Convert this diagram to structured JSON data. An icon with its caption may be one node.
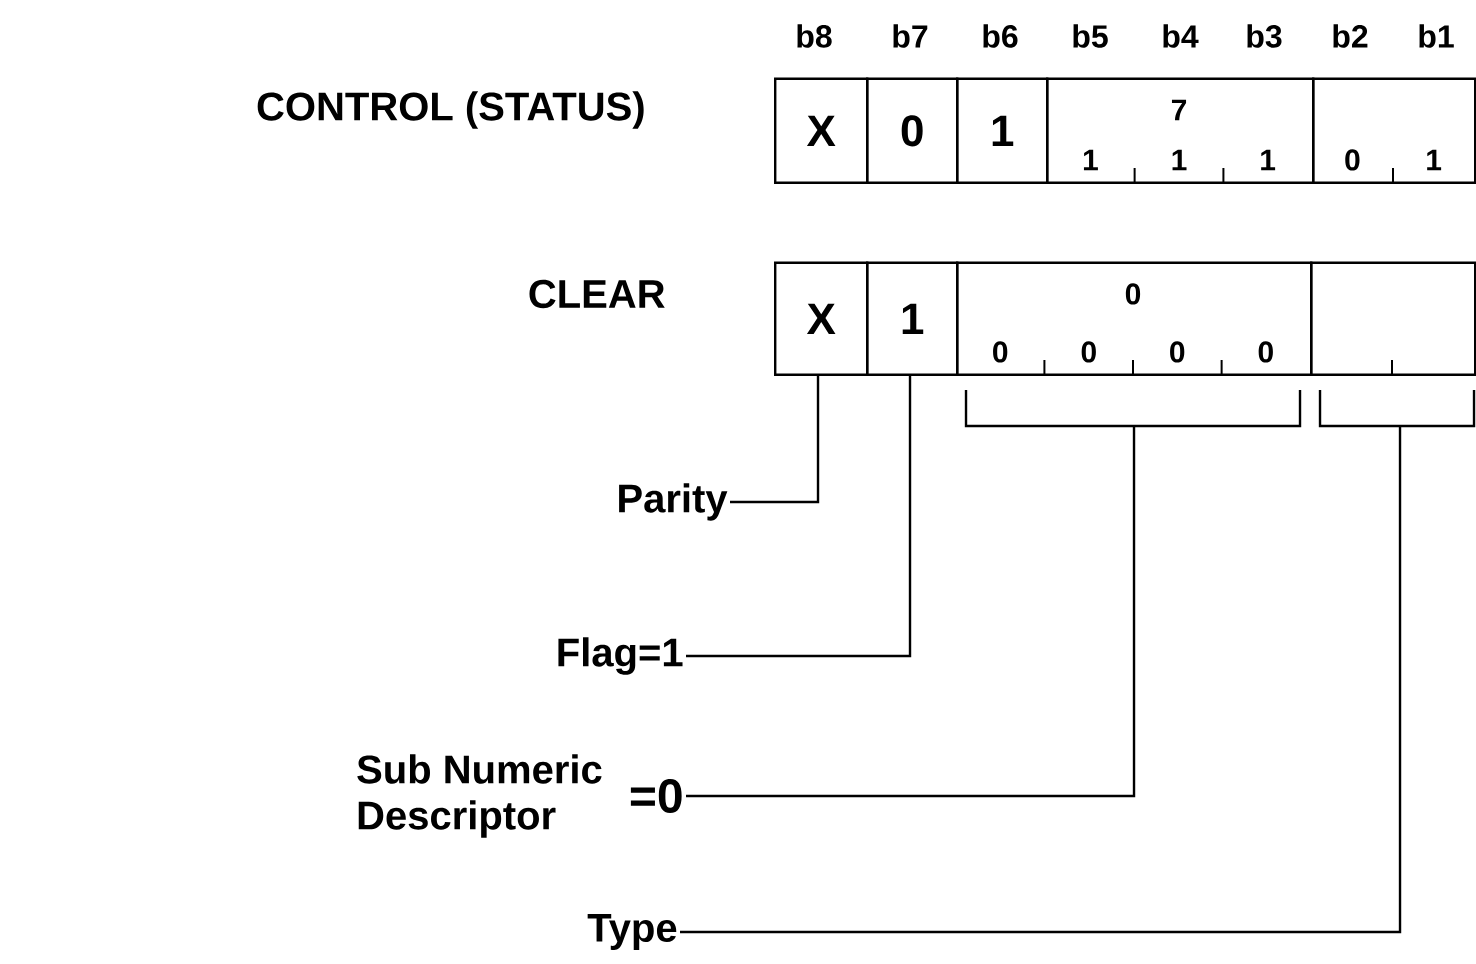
{
  "diagram": {
    "nodes": [
      {
        "text": [
          "X"
        ]
      },
      {
        "text": [
          "0"
        ]
      },
      {
        "text": [
          "1"
        ]
      },
      {
        "text": [
          "7",
          "1",
          "1",
          "1"
        ]
      },
      {
        "text": [
          "0",
          "1"
        ]
      },
      {
        "text": [
          "X"
        ]
      },
      {
        "text": [
          "1"
        ]
      },
      {
        "text": [
          "0",
          "0",
          "0",
          "0",
          "0"
        ]
      },
      {
        "text": [],
        "shape": "box"
      },
      {
        "text": [
          "Parity"
        ]
      },
      {
        "text": [
          "Flag=1"
        ]
      },
      {
        "text": [
          "Sub Numeric Descriptor",
          "=0"
        ]
      },
      {
        "text": [
          "Type"
        ]
      }
    ],
    "edges": [
      {
        "from": 9,
        "to": 5,
        "arrow": "none"
      },
      {
        "from": 10,
        "to": 6,
        "arrow": "none"
      },
      {
        "from": 11,
        "to": 7,
        "arrow": "none"
      },
      {
        "from": 12,
        "to": 8,
        "arrow": "none"
      }
    ],
    "labels": [
      "b8",
      "b7",
      "b6",
      "b5",
      "b4",
      "b3",
      "b2",
      "b1",
      "CONTROL (STATUS)",
      "CLEAR"
    ]
  }
}
